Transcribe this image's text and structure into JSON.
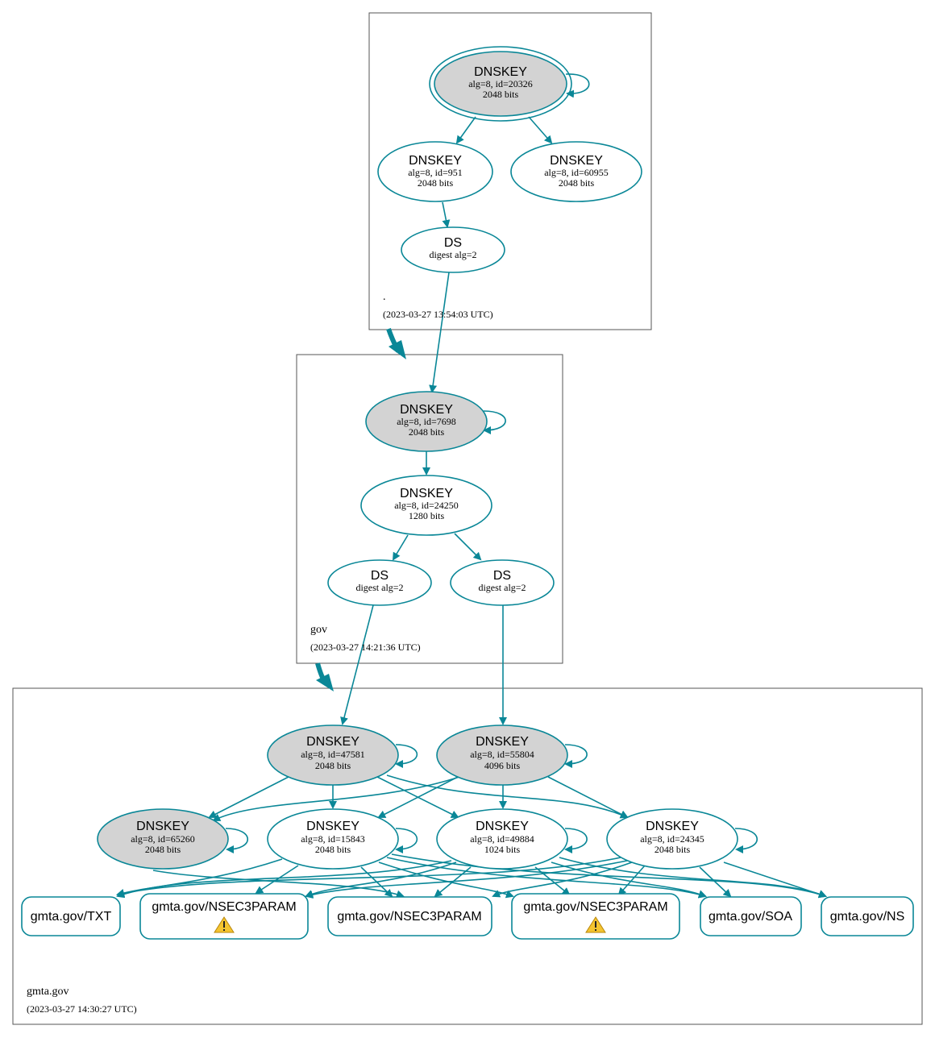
{
  "colors": {
    "edge": "#0a8797",
    "ksk_fill": "#d3d3d3",
    "box_stroke": "#555555",
    "warning": "#f4c430"
  },
  "zones": {
    "root": {
      "name": ".",
      "timestamp": "(2023-03-27 13:54:03 UTC)"
    },
    "gov": {
      "name": "gov",
      "timestamp": "(2023-03-27 14:21:36 UTC)"
    },
    "gmta": {
      "name": "gmta.gov",
      "timestamp": "(2023-03-27 14:30:27 UTC)"
    }
  },
  "nodes": {
    "root_ksk": {
      "title": "DNSKEY",
      "line1": "alg=8, id=20326",
      "line2": "2048 bits"
    },
    "root_zsk951": {
      "title": "DNSKEY",
      "line1": "alg=8, id=951",
      "line2": "2048 bits"
    },
    "root_zsk60955": {
      "title": "DNSKEY",
      "line1": "alg=8, id=60955",
      "line2": "2048 bits"
    },
    "root_ds": {
      "title": "DS",
      "line1": "digest alg=2"
    },
    "gov_ksk": {
      "title": "DNSKEY",
      "line1": "alg=8, id=7698",
      "line2": "2048 bits"
    },
    "gov_zsk": {
      "title": "DNSKEY",
      "line1": "alg=8, id=24250",
      "line2": "1280 bits"
    },
    "gov_ds1": {
      "title": "DS",
      "line1": "digest alg=2"
    },
    "gov_ds2": {
      "title": "DS",
      "line1": "digest alg=2"
    },
    "gmta_ksk47581": {
      "title": "DNSKEY",
      "line1": "alg=8, id=47581",
      "line2": "2048 bits"
    },
    "gmta_ksk55804": {
      "title": "DNSKEY",
      "line1": "alg=8, id=55804",
      "line2": "4096 bits"
    },
    "gmta_k65260": {
      "title": "DNSKEY",
      "line1": "alg=8, id=65260",
      "line2": "2048 bits"
    },
    "gmta_z15843": {
      "title": "DNSKEY",
      "line1": "alg=8, id=15843",
      "line2": "2048 bits"
    },
    "gmta_z49884": {
      "title": "DNSKEY",
      "line1": "alg=8, id=49884",
      "line2": "1024 bits"
    },
    "gmta_z24345": {
      "title": "DNSKEY",
      "line1": "alg=8, id=24345",
      "line2": "2048 bits"
    }
  },
  "rrsets": {
    "txt": "gmta.gov/TXT",
    "nsec3param1": "gmta.gov/NSEC3PARAM",
    "nsec3param2": "gmta.gov/NSEC3PARAM",
    "nsec3param3": "gmta.gov/NSEC3PARAM",
    "soa": "gmta.gov/SOA",
    "ns": "gmta.gov/NS"
  },
  "warnings": {
    "nsec3param1": "warning-icon",
    "nsec3param3": "warning-icon"
  }
}
